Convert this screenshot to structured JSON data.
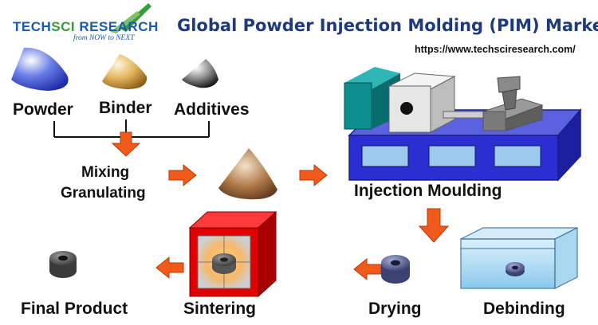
{
  "logo": {
    "brand_part1": "TECH",
    "brand_part2": "SCI",
    "brand_part3": " RESEARCH",
    "tagline": "from NOW to NEXT"
  },
  "header": {
    "title": "Global Powder Injection Molding (PIM) Market",
    "url": "https://www.techsciresearch.com/"
  },
  "stages": {
    "powder": "Powder",
    "binder": "Binder",
    "additives": "Additives",
    "mixing": "Mixing",
    "granulating": "Granulating",
    "injection": "Injection Moulding",
    "debinding": "Debinding",
    "drying": "Drying",
    "sintering": "Sintering",
    "final": "Final Product"
  },
  "colors": {
    "arrow": "#f05a1a",
    "title": "#1f3a7a",
    "machine_blue": "#2b2fd1",
    "machine_teal": "#0e8f8f"
  }
}
